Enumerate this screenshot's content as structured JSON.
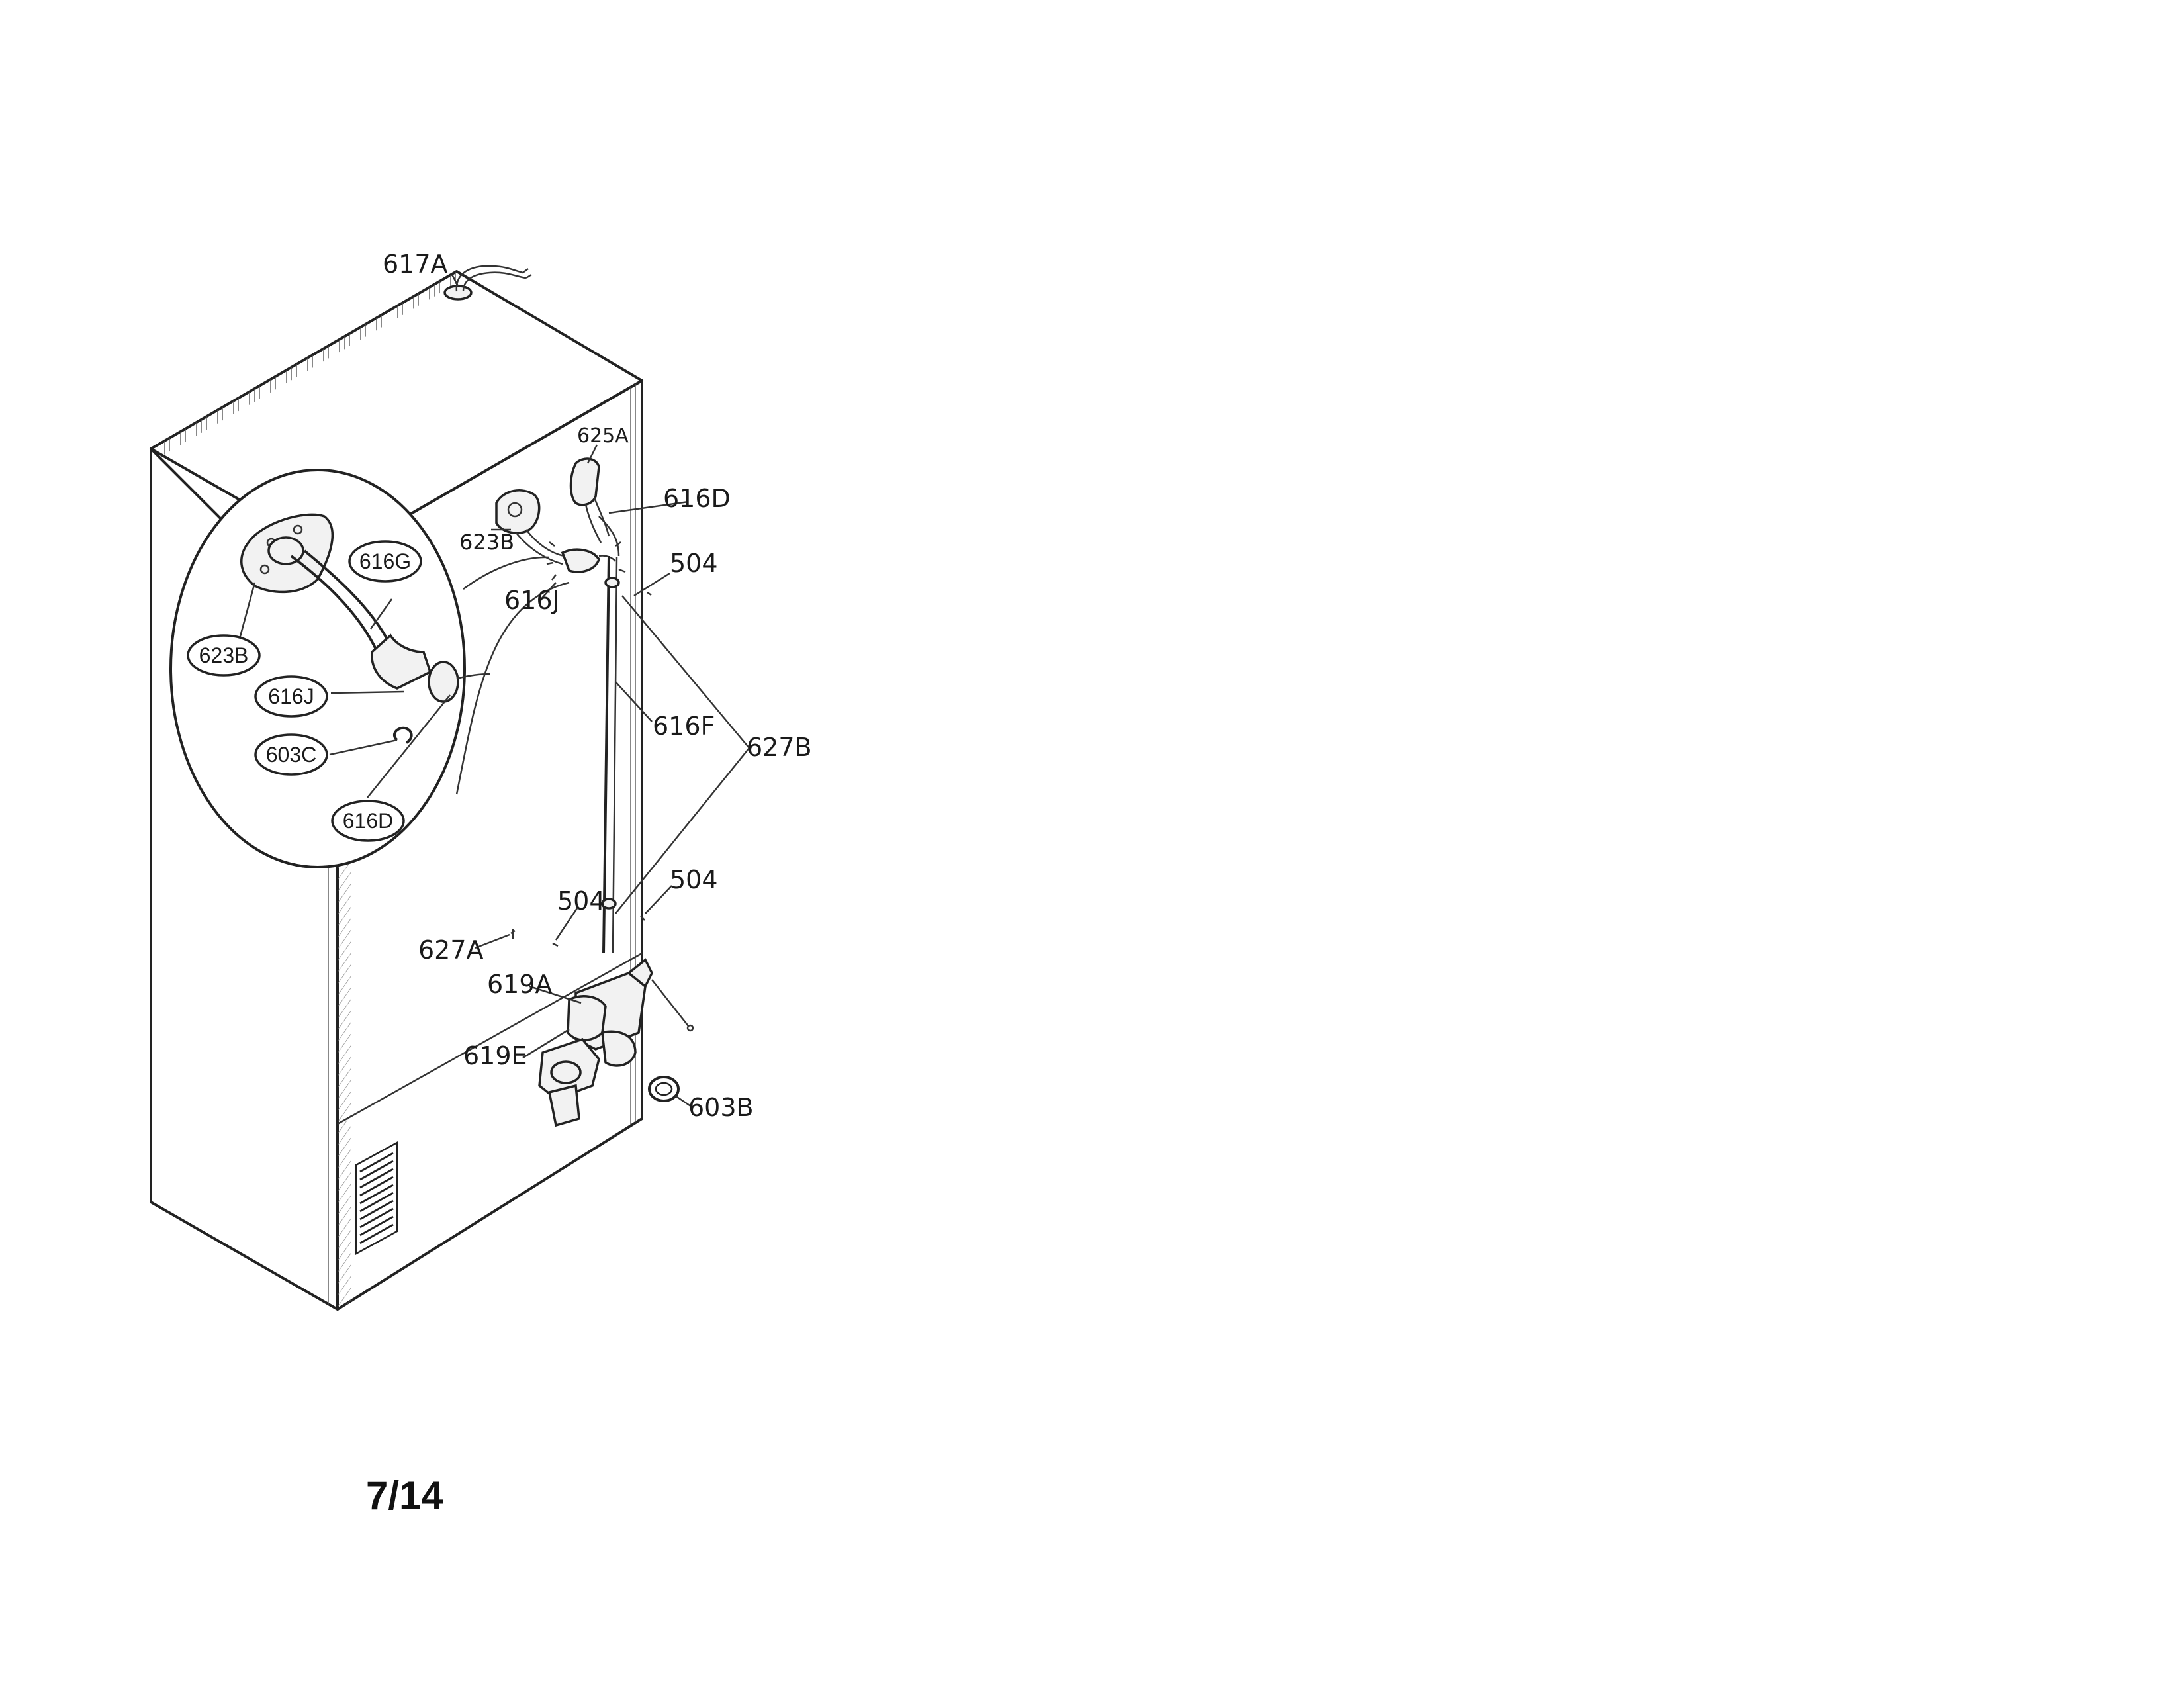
{
  "callouts": {
    "l617A": "617A",
    "l625A": "625A",
    "l616D": "616D",
    "l623B": "623B",
    "l504a": "504",
    "l616J": "616J",
    "l616F": "616F",
    "l627B": "627B",
    "l504b": "504",
    "l504c": "504",
    "l627A": "627A",
    "l619A": "619A",
    "l619E": "619E",
    "l603B": "603B"
  },
  "inset": {
    "o616G": "616G",
    "o623B": "623B",
    "o616J": "616J",
    "o603C": "603C",
    "o616D": "616D"
  },
  "page": {
    "number": "7/14"
  }
}
